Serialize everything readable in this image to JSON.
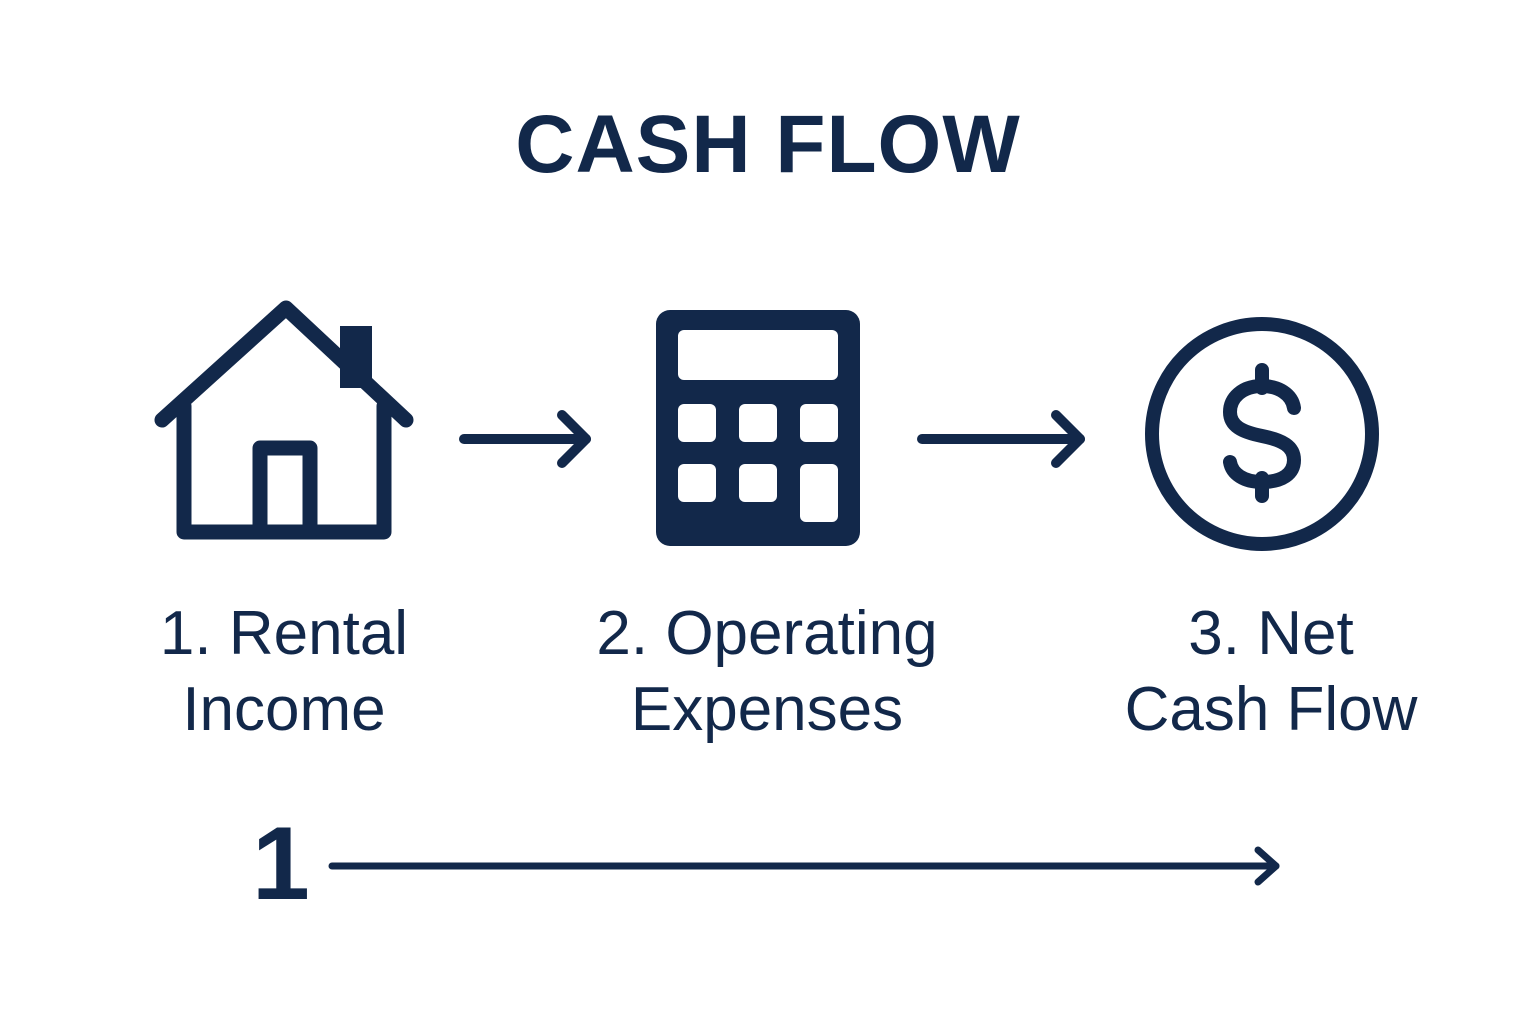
{
  "title": "CASH FLOW",
  "colors": {
    "primary": "#12284a",
    "background": "#ffffff"
  },
  "steps": [
    {
      "icon": "house-icon",
      "line1": "1. Rental",
      "line2": "Income"
    },
    {
      "icon": "calculator-icon",
      "line1": "2. Operating",
      "line2": "Expenses"
    },
    {
      "icon": "dollar-coin-icon",
      "line1": "3. Net",
      "line2": "Cash Flow"
    }
  ],
  "timeline": {
    "number": "1"
  }
}
